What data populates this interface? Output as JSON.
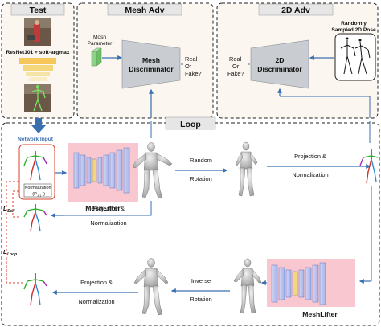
{
  "sections": {
    "test": "Test",
    "mesh_adv": "Mesh Adv",
    "adv_2d": "2D Adv",
    "loop": "Loop"
  },
  "test_panel": {
    "backbone_label": "ResNet101 + soft-argmax"
  },
  "mesh_adv": {
    "mosh_param": [
      "Mosh",
      "Parameter"
    ],
    "discriminator": [
      "Mesh",
      "Discriminator"
    ],
    "real_or_fake": [
      "Real",
      "Or",
      "Fake?"
    ]
  },
  "adv_2d": {
    "real_or_fake": [
      "Real",
      "Or",
      "Fake?"
    ],
    "discriminator": [
      "2D",
      "Discriminator"
    ],
    "sampled_pose": [
      "Randomly",
      "Sampled 2D Pose"
    ]
  },
  "loop": {
    "network_input": "Network Input",
    "normalization": "Normalization",
    "p_t_minus_1": "(P",
    "p_t_minus_1_sub": "t-1",
    "p_t_minus_1_close": ")",
    "meshlifter_top": "MeshLifter",
    "meshlifter_bottom": "MeshLifter",
    "random_rotation": [
      "Random",
      "Rotation"
    ],
    "proj_norm_top": [
      "Projection &",
      "Normalization"
    ],
    "proj_norm_left": [
      "Projection &",
      "Normalization"
    ],
    "proj_norm_bottom": [
      "Projection &",
      "Normalization"
    ],
    "inverse_rotation": [
      "Inverse",
      "Rotation"
    ],
    "l_self": "L",
    "l_self_sub": "Self",
    "l_loop": "L",
    "l_loop_sub": "Loop"
  },
  "colors": {
    "arrow_blue": "#3a6fb0",
    "pink_bg": "#f8c7cf",
    "header_bg": "#e6e6e6",
    "panel_bg": "#fbf6f0",
    "dashed_red": "#d9402c",
    "gray_discriminator": "#c9cdd1",
    "mosh_green": "#8fd08a"
  }
}
